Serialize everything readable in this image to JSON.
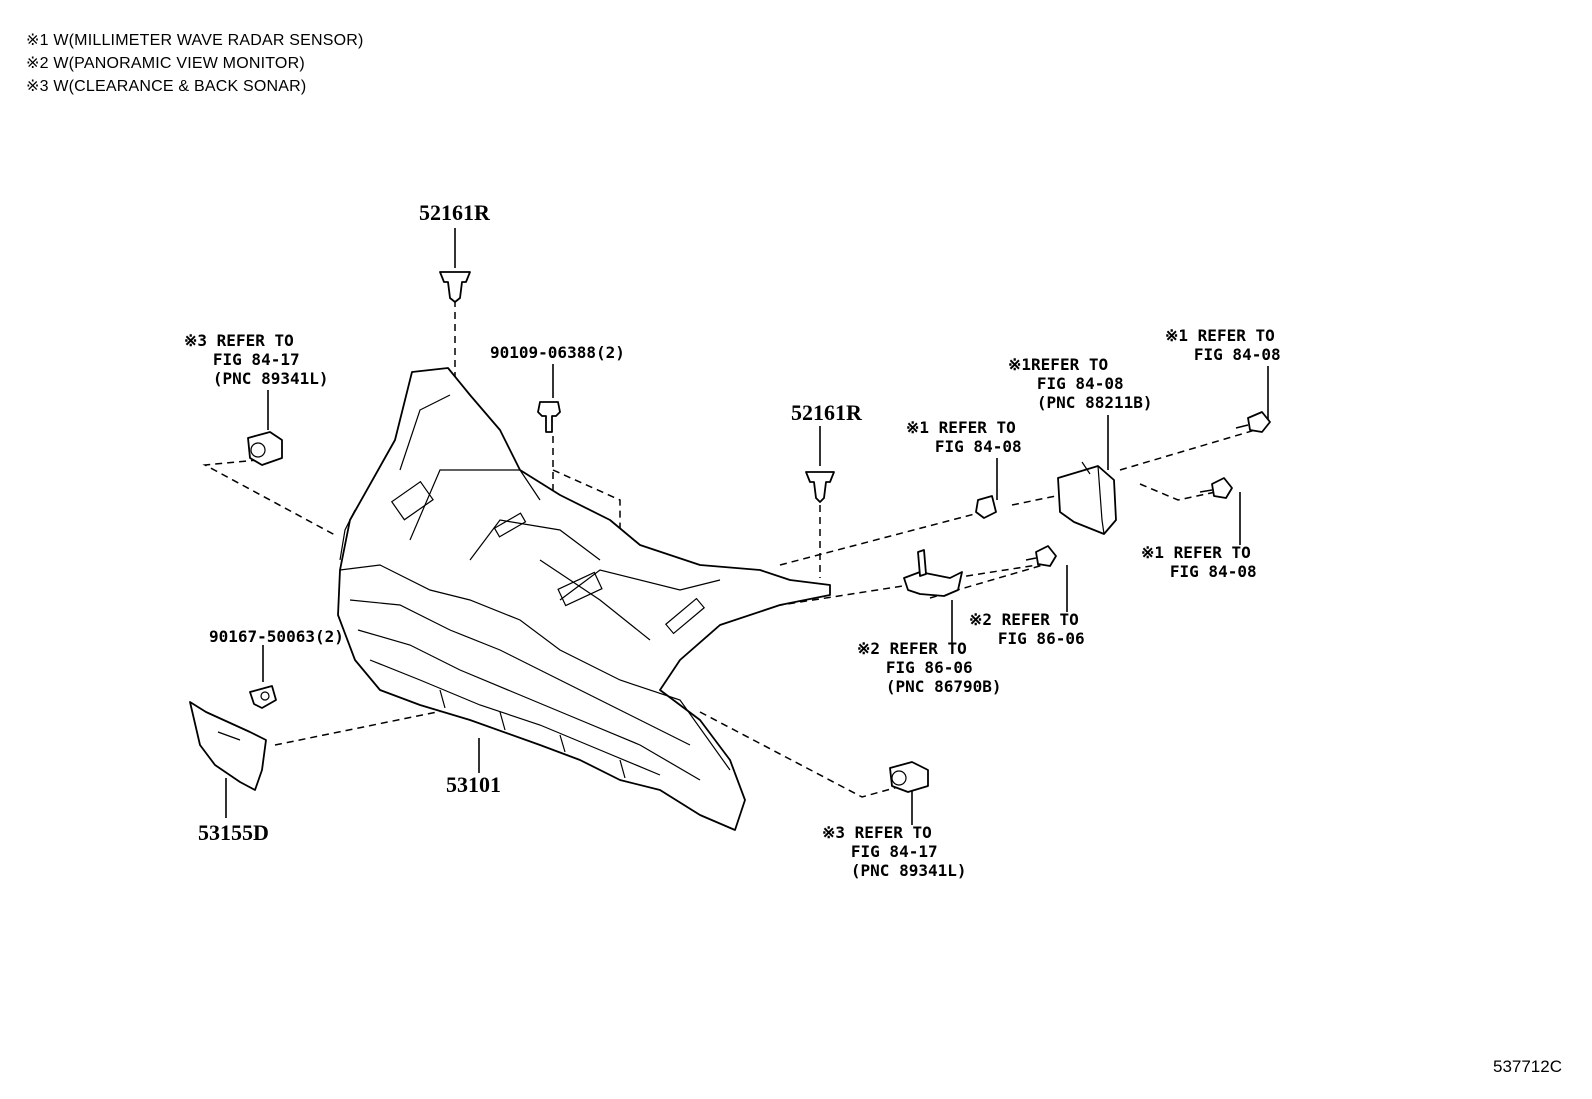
{
  "notes": [
    "※1 W(MILLIMETER WAVE RADAR SENSOR)",
    "※2 W(PANORAMIC VIEW MONITOR)",
    "※3 W(CLEARANCE & BACK SONAR)"
  ],
  "parts": {
    "clip_top": "52161R",
    "clip_mid": "52161R",
    "bolt_top": "90109-06388(2)",
    "bolt_left": "90167-50063(2)",
    "grille": "53101",
    "bracket": "53155D"
  },
  "refs": {
    "sonar_left": [
      "※3 REFER TO",
      "   FIG 84-17",
      "   (PNC 89341L)"
    ],
    "sonar_bottom": [
      "※3 REFER TO",
      "   FIG 84-17",
      "   (PNC 89341L)"
    ],
    "radar_clip": [
      "※1 REFER TO",
      "   FIG 84-08"
    ],
    "radar_sensor": [
      "※1REFER TO",
      "   FIG 84-08",
      "   (PNC 88211B)"
    ],
    "radar_bolt_top": [
      "※1 REFER TO",
      "   FIG 84-08"
    ],
    "radar_bolt_right": [
      "※1 REFER TO",
      "   FIG 84-08"
    ],
    "camera_bolt": [
      "※2 REFER TO",
      "   FIG 86-06"
    ],
    "camera": [
      "※2 REFER TO",
      "   FIG 86-06",
      "   (PNC 86790B)"
    ]
  },
  "figure_id": "537712C"
}
